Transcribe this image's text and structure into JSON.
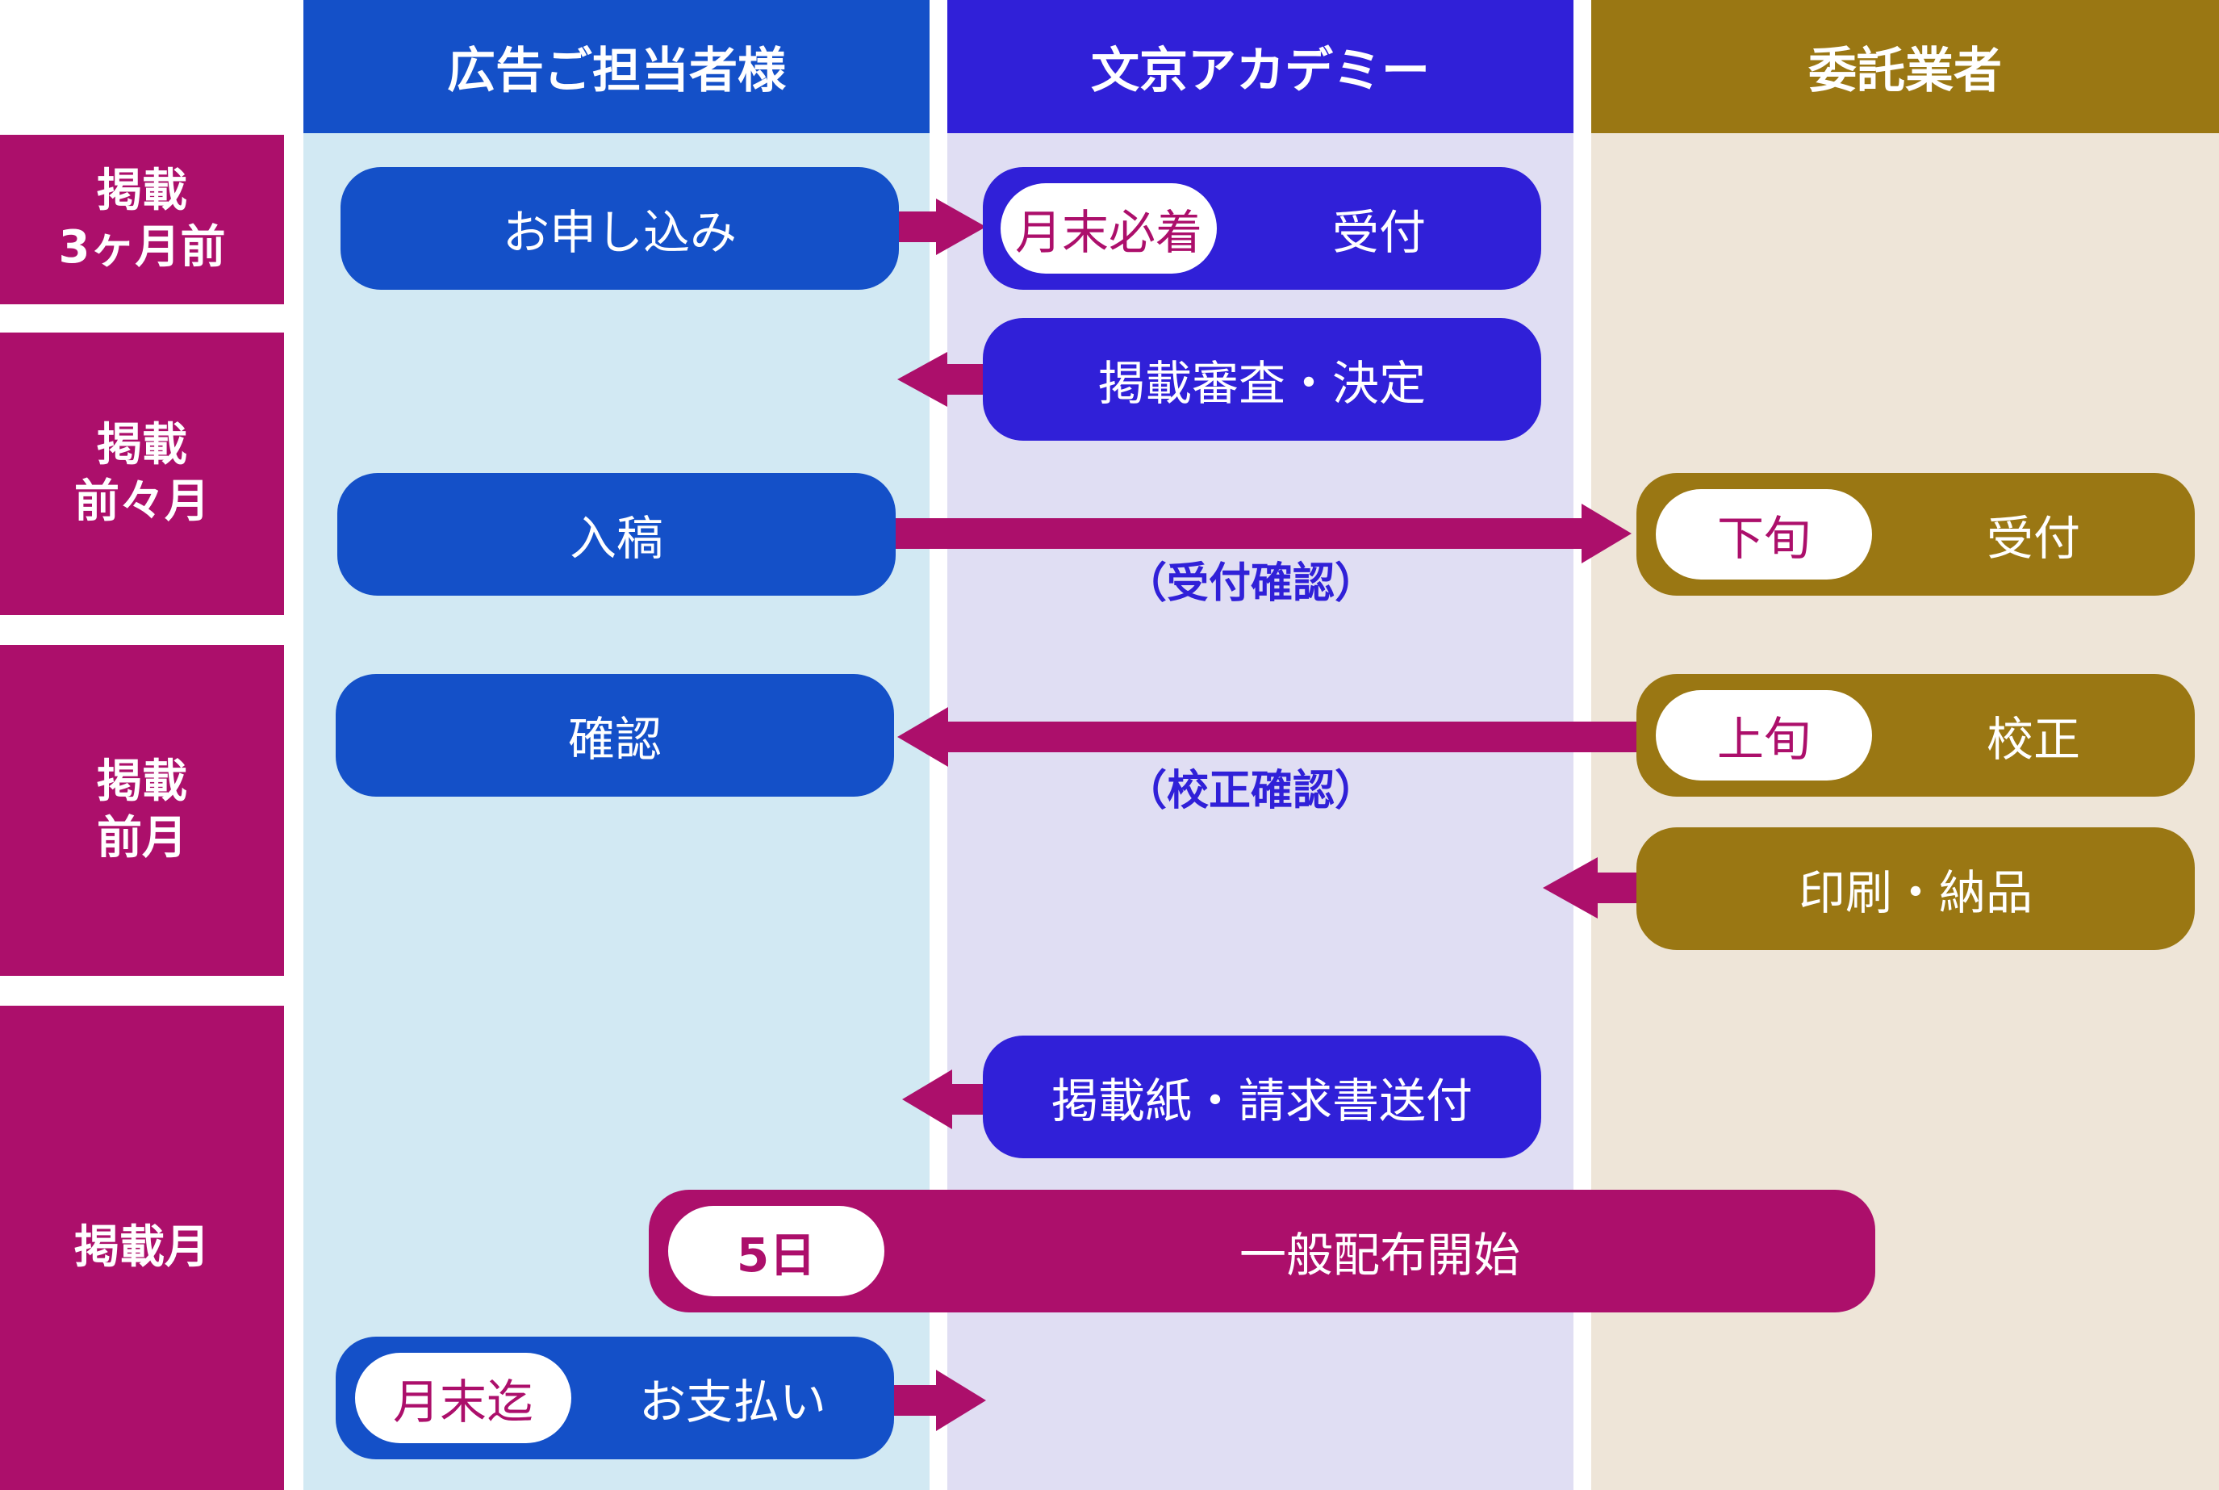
{
  "lanes": {
    "client": {
      "title": "広告ご担当者様"
    },
    "academy": {
      "title": "文京アカデミー"
    },
    "vendor": {
      "title": "委託業者"
    }
  },
  "periods": [
    {
      "label": "掲載\n3ヶ月前"
    },
    {
      "label": "掲載\n前々月"
    },
    {
      "label": "掲載\n前月"
    },
    {
      "label": "掲載月"
    }
  ],
  "steps": {
    "apply": {
      "label": "お申し込み"
    },
    "receive_apply": {
      "tag": "月末必着",
      "label": "受付"
    },
    "review": {
      "label": "掲載審査・決定"
    },
    "submit": {
      "label": "入稿"
    },
    "receive_submit": {
      "tag": "下旬",
      "label": "受付"
    },
    "receive_note": {
      "label": "（受付確認）"
    },
    "check": {
      "label": "確認"
    },
    "proof": {
      "tag": "上旬",
      "label": "校正"
    },
    "proof_note": {
      "label": "（校正確認）"
    },
    "print": {
      "label": "印刷・納品"
    },
    "send": {
      "label": "掲載紙・請求書送付"
    },
    "distribute": {
      "tag": "5日",
      "label": "一般配布開始"
    },
    "payment": {
      "tag": "月末迄",
      "label": "お支払い"
    }
  },
  "colors": {
    "client": "#1450c8",
    "client_bg": "#d2e9f3",
    "academy": "#3020d8",
    "academy_bg": "#e0def3",
    "vendor": "#9a7713",
    "vendor_bg": "#eee5d8",
    "accent": "#ac0f6b"
  }
}
